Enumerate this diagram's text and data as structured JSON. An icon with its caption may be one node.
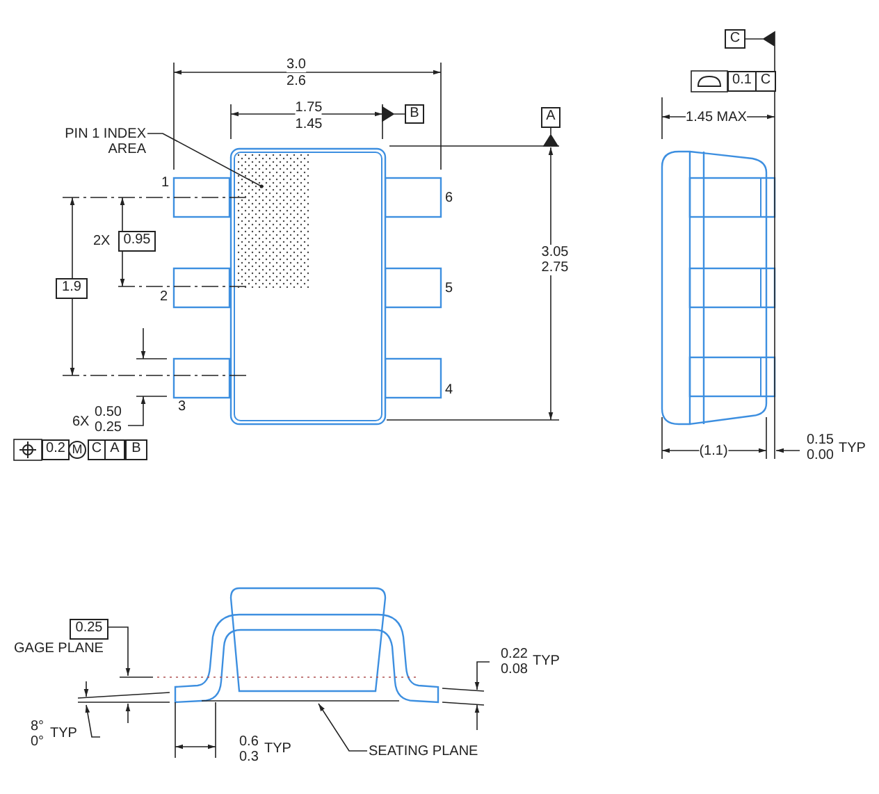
{
  "diagram": {
    "nodes": [
      {
        "text": [
          "PIN 1 INDEX AREA"
        ]
      },
      {
        "text": [],
        "shape": "box"
      },
      {
        "text": [
          "SEATING PLANE"
        ]
      },
      {
        "text": [],
        "shape": "line"
      }
    ],
    "edges": [
      {
        "from": 0,
        "to": 1,
        "arrow": "other"
      },
      {
        "from": 2,
        "to": 3,
        "arrow": "to"
      }
    ],
    "labels": [
      "3.0",
      "2.6",
      "1.75",
      "1.45",
      "B",
      "A",
      "C",
      "0.1",
      "C",
      "1.45 MAX",
      "1",
      "6",
      "2X",
      "0.95",
      "1.9",
      "2",
      "5",
      "3.05",
      "2.75",
      "4",
      "3",
      "6X",
      "0.50",
      "0.25",
      "0.2",
      "M",
      "C",
      "A",
      "B",
      "(1.1)",
      "0.15",
      "0.00",
      "TYP",
      "0.25",
      "GAGE PLANE",
      "0.22",
      "0.08",
      "TYP",
      "8°",
      "0°",
      "TYP",
      "0.6",
      "0.3",
      "TYP"
    ]
  }
}
